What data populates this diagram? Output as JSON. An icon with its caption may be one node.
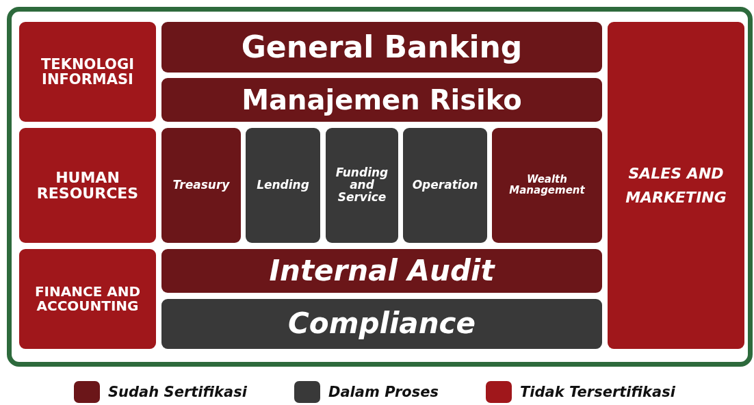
{
  "diagram": {
    "nodes": [
      {
        "text": [
          "TEKNOLOGI INFORMASI"
        ]
      },
      {
        "text": [
          "General Banking"
        ]
      },
      {
        "text": [
          "Manajemen Risiko"
        ]
      },
      {
        "text": [
          "SALES AND MARKETING"
        ]
      },
      {
        "text": [
          "HUMAN RESOURCES"
        ]
      },
      {
        "text": [
          "Treasury"
        ]
      },
      {
        "text": [
          "Lending"
        ]
      },
      {
        "text": [
          "Funding and Service"
        ]
      },
      {
        "text": [
          "Operation"
        ]
      },
      {
        "text": [
          "Wealth Management"
        ]
      },
      {
        "text": [
          "FINANCE AND ACCOUNTING"
        ]
      },
      {
        "text": [
          "Internal Audit"
        ]
      },
      {
        "text": [
          "Compliance"
        ]
      }
    ],
    "edges": [],
    "legend": [
      {
        "text": "Sudah Sertifikasi",
        "color": "#6b1619"
      },
      {
        "text": "Dalam Proses",
        "color": "#393939"
      },
      {
        "text": "Tidak Tersertifikasi",
        "color": "#a0171b"
      }
    ]
  }
}
